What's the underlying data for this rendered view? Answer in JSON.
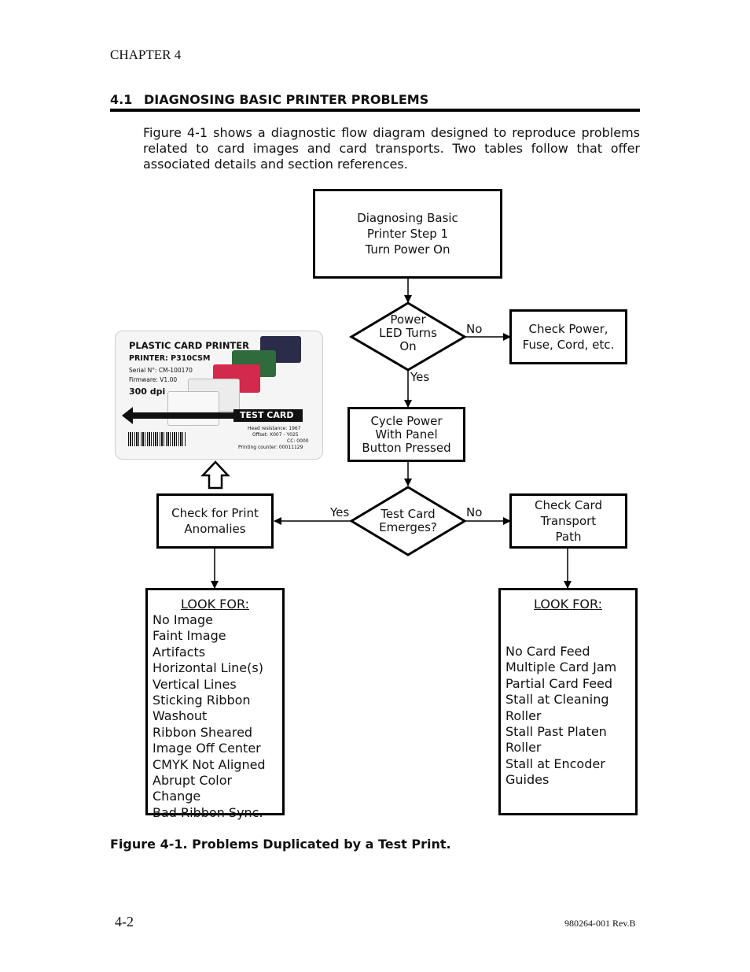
{
  "header": {
    "chapter": "CHAPTER 4"
  },
  "section": {
    "number": "4.1",
    "title": "DIAGNOSING BASIC PRINTER PROBLEMS"
  },
  "intro": "Figure 4-1 shows a diagnostic flow diagram designed to reproduce problems related to card images and card transports. Two tables follow that offer associated details and section references.",
  "flow": {
    "start": [
      "Diagnosing Basic",
      "Printer Step 1",
      "Turn Power On"
    ],
    "power_decision": [
      "Power",
      "LED Turns",
      "On"
    ],
    "check_power": [
      "Check Power,",
      "Fuse, Cord, etc."
    ],
    "cycle_power": [
      "Cycle Power",
      "With Panel",
      "Button Pressed"
    ],
    "test_card_decision": [
      "Test Card",
      "Emerges?"
    ],
    "check_print": [
      "Check for Print",
      "Anomalies"
    ],
    "check_transport": [
      "Check Card",
      "Transport",
      "Path"
    ],
    "labels": {
      "no1": "No",
      "yes1": "Yes",
      "yes2": "Yes",
      "no2": "No"
    }
  },
  "look_left": {
    "heading": "LOOK FOR:",
    "items": [
      "No Image",
      "Faint Image",
      "Artifacts",
      "Horizontal Line(s)",
      "Vertical Lines",
      "Sticking Ribbon",
      "Washout",
      "Ribbon Sheared",
      "Image Off Center",
      "CMYK Not Aligned",
      "Abrupt Color Change",
      "Bad Ribbon Sync."
    ]
  },
  "look_right": {
    "heading": "LOOK FOR:",
    "items": [
      "No Card Feed",
      "Multiple Card Jam",
      "Partial Card Feed",
      "Stall at Cleaning Roller",
      "Stall Past Platen Roller",
      "Stall at Encoder Guides"
    ]
  },
  "test_card": {
    "title": "PLASTIC CARD PRINTER",
    "printer": "PRINTER: P310CSM",
    "serial": "Serial N°: CM-100170",
    "firmware": "Firmware: V1.00",
    "dpi": "300 dpi",
    "label": "TEST CARD",
    "head": "Head resistance: 1967",
    "offset": "Offset: X007 - Y025",
    "cc": "CC: 0000",
    "counter": "Printing counter: 00011129",
    "colors": {
      "dark": "#2b2b4a",
      "green": "#2f6b3d",
      "red": "#d2294c"
    }
  },
  "caption": "Figure 4-1. Problems Duplicated by a Test Print.",
  "footer": {
    "page": "4-2",
    "doc": "980264-001 Rev.B"
  }
}
